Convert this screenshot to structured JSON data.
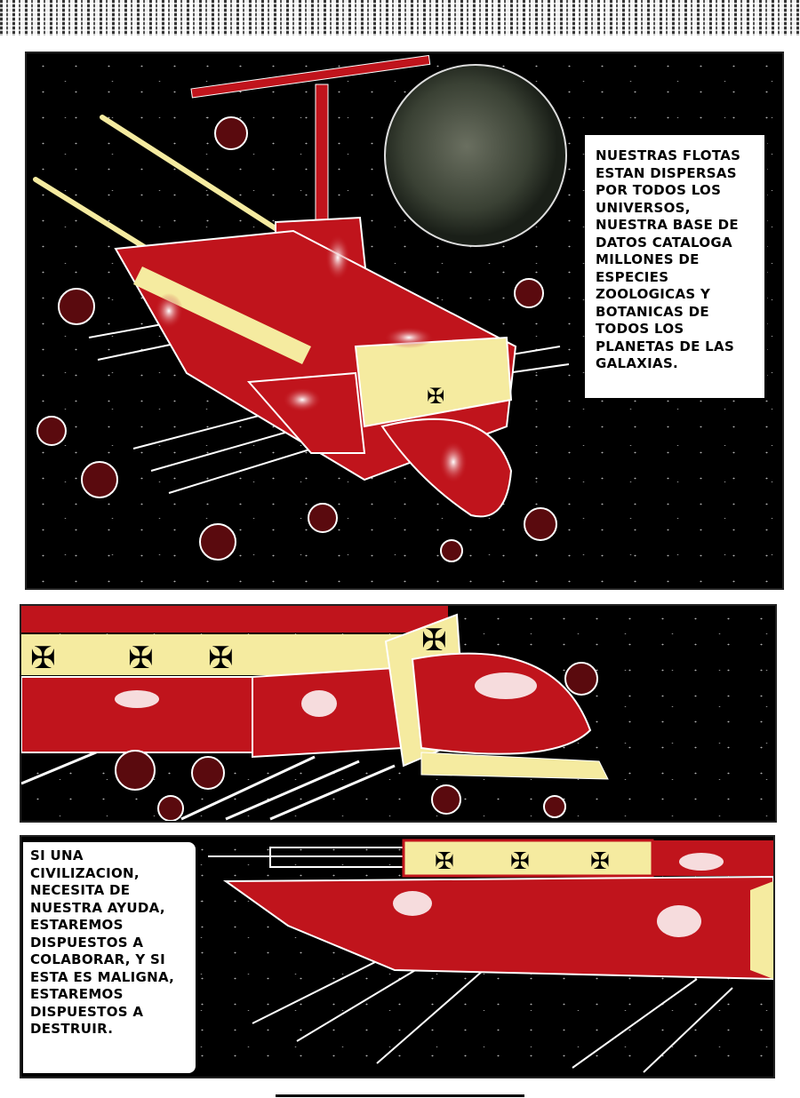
{
  "panels": [
    {
      "caption": [
        "NUESTRAS FLOTAS",
        "ESTAN DISPERSAS",
        "POR TODOS LOS",
        "UNIVERSOS,",
        "NUESTRA BASE DE",
        "DATOS CATALOGA",
        "MILLONES DE",
        "ESPECIES",
        "ZOOLOGICAS Y",
        "BOTANICAS DE",
        "TODOS LOS",
        "PLANETAS DE LAS",
        "GALAXIAS."
      ]
    },
    {
      "caption": []
    },
    {
      "caption": [
        "SI UNA",
        "CIVILIZACION,",
        "NECESITA DE",
        "NUESTRA AYUDA,",
        "ESTAREMOS",
        "DISPUESTOS A",
        "COLABORAR, Y SI",
        "ESTA ES MALIGNA,",
        "ESTAREMOS",
        "DISPUESTOS A",
        "DESTRUIR."
      ]
    }
  ],
  "colors": {
    "ship_red": "#c0141c",
    "ship_cream": "#f5eba0",
    "space": "#000000",
    "asteroid": "#5a0a0e"
  }
}
